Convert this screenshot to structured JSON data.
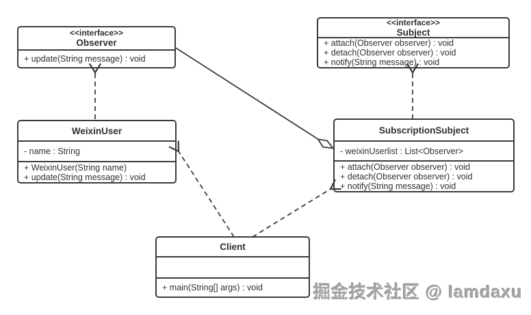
{
  "watermark": "掘金技术社区 @ lamdaxu",
  "classes": {
    "observer": {
      "stereotype": "<<interface>>",
      "name": "Observer",
      "methods": [
        "+ update(String message) : void"
      ]
    },
    "subject": {
      "stereotype": "<<interface>>",
      "name": "Subject",
      "methods": [
        "+ attach(Observer observer) : void",
        "+ detach(Observer observer) : void",
        "+ notify(String message) : void"
      ]
    },
    "weixin_user": {
      "name": "WeixinUser",
      "attributes": [
        "- name : String"
      ],
      "methods": [
        "+ WeixinUser(String name)",
        "+ update(String message) : void"
      ]
    },
    "subscription_subject": {
      "name": "SubscriptionSubject",
      "attributes": [
        "- weixinUserlist : List<Observer>"
      ],
      "methods": [
        "+ attach(Observer observer) : void",
        "+ detach(Observer observer) : void",
        "+ notify(String message) : void"
      ]
    },
    "client": {
      "name": "Client",
      "attributes": [],
      "methods": [
        "+ main(String[] args) : void"
      ]
    }
  },
  "relations": [
    {
      "type": "realization",
      "from": "WeixinUser",
      "to": "Observer",
      "line": "dashed",
      "arrow": "open"
    },
    {
      "type": "realization",
      "from": "SubscriptionSubject",
      "to": "Subject",
      "line": "dashed",
      "arrow": "open"
    },
    {
      "type": "aggregation",
      "from": "SubscriptionSubject",
      "to": "Observer",
      "line": "solid",
      "arrow": "hollow-diamond"
    },
    {
      "type": "dependency",
      "from": "Client",
      "to": "WeixinUser",
      "line": "dashed",
      "arrow": "open"
    },
    {
      "type": "dependency",
      "from": "Client",
      "to": "SubscriptionSubject",
      "line": "dashed",
      "arrow": "open"
    }
  ],
  "colors": {
    "border": "#3b3b3b",
    "text": "#2f2f2f",
    "watermark": "#a6a6a6",
    "background": "#ffffff"
  }
}
